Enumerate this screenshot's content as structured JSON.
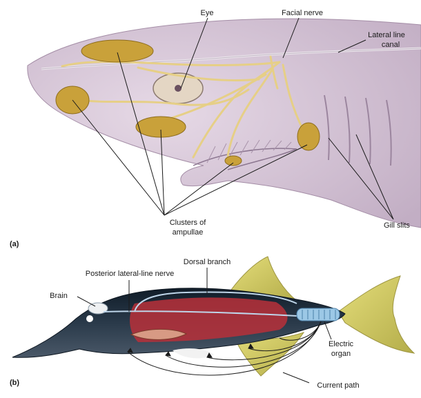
{
  "panels": {
    "a": {
      "panel_label": "(a)",
      "labels": {
        "eye": "Eye",
        "facial_nerve": "Facial nerve",
        "lateral_line_canal_1": "Lateral line",
        "lateral_line_canal_2": "canal",
        "clusters_1": "Clusters of",
        "clusters_2": "ampullae",
        "gill_slits": "Gill slits"
      }
    },
    "b": {
      "panel_label": "(b)",
      "labels": {
        "brain": "Brain",
        "posterior_nerve": "Posterior lateral-line nerve",
        "dorsal_branch": "Dorsal branch",
        "electric_organ_1": "Electric",
        "electric_organ_2": "organ",
        "current_path": "Current path"
      }
    }
  },
  "colors": {
    "shark_skin": "#d8c9d8",
    "shark_shadow": "#b9a3bb",
    "nerve": "#e6cf86",
    "ampullae": "#c9a13a",
    "fish_dark": "#1f2d3b",
    "fish_red": "#b8303a",
    "fin_yellow": "#d6cf6a",
    "electric_blue": "#9cc8e6"
  }
}
